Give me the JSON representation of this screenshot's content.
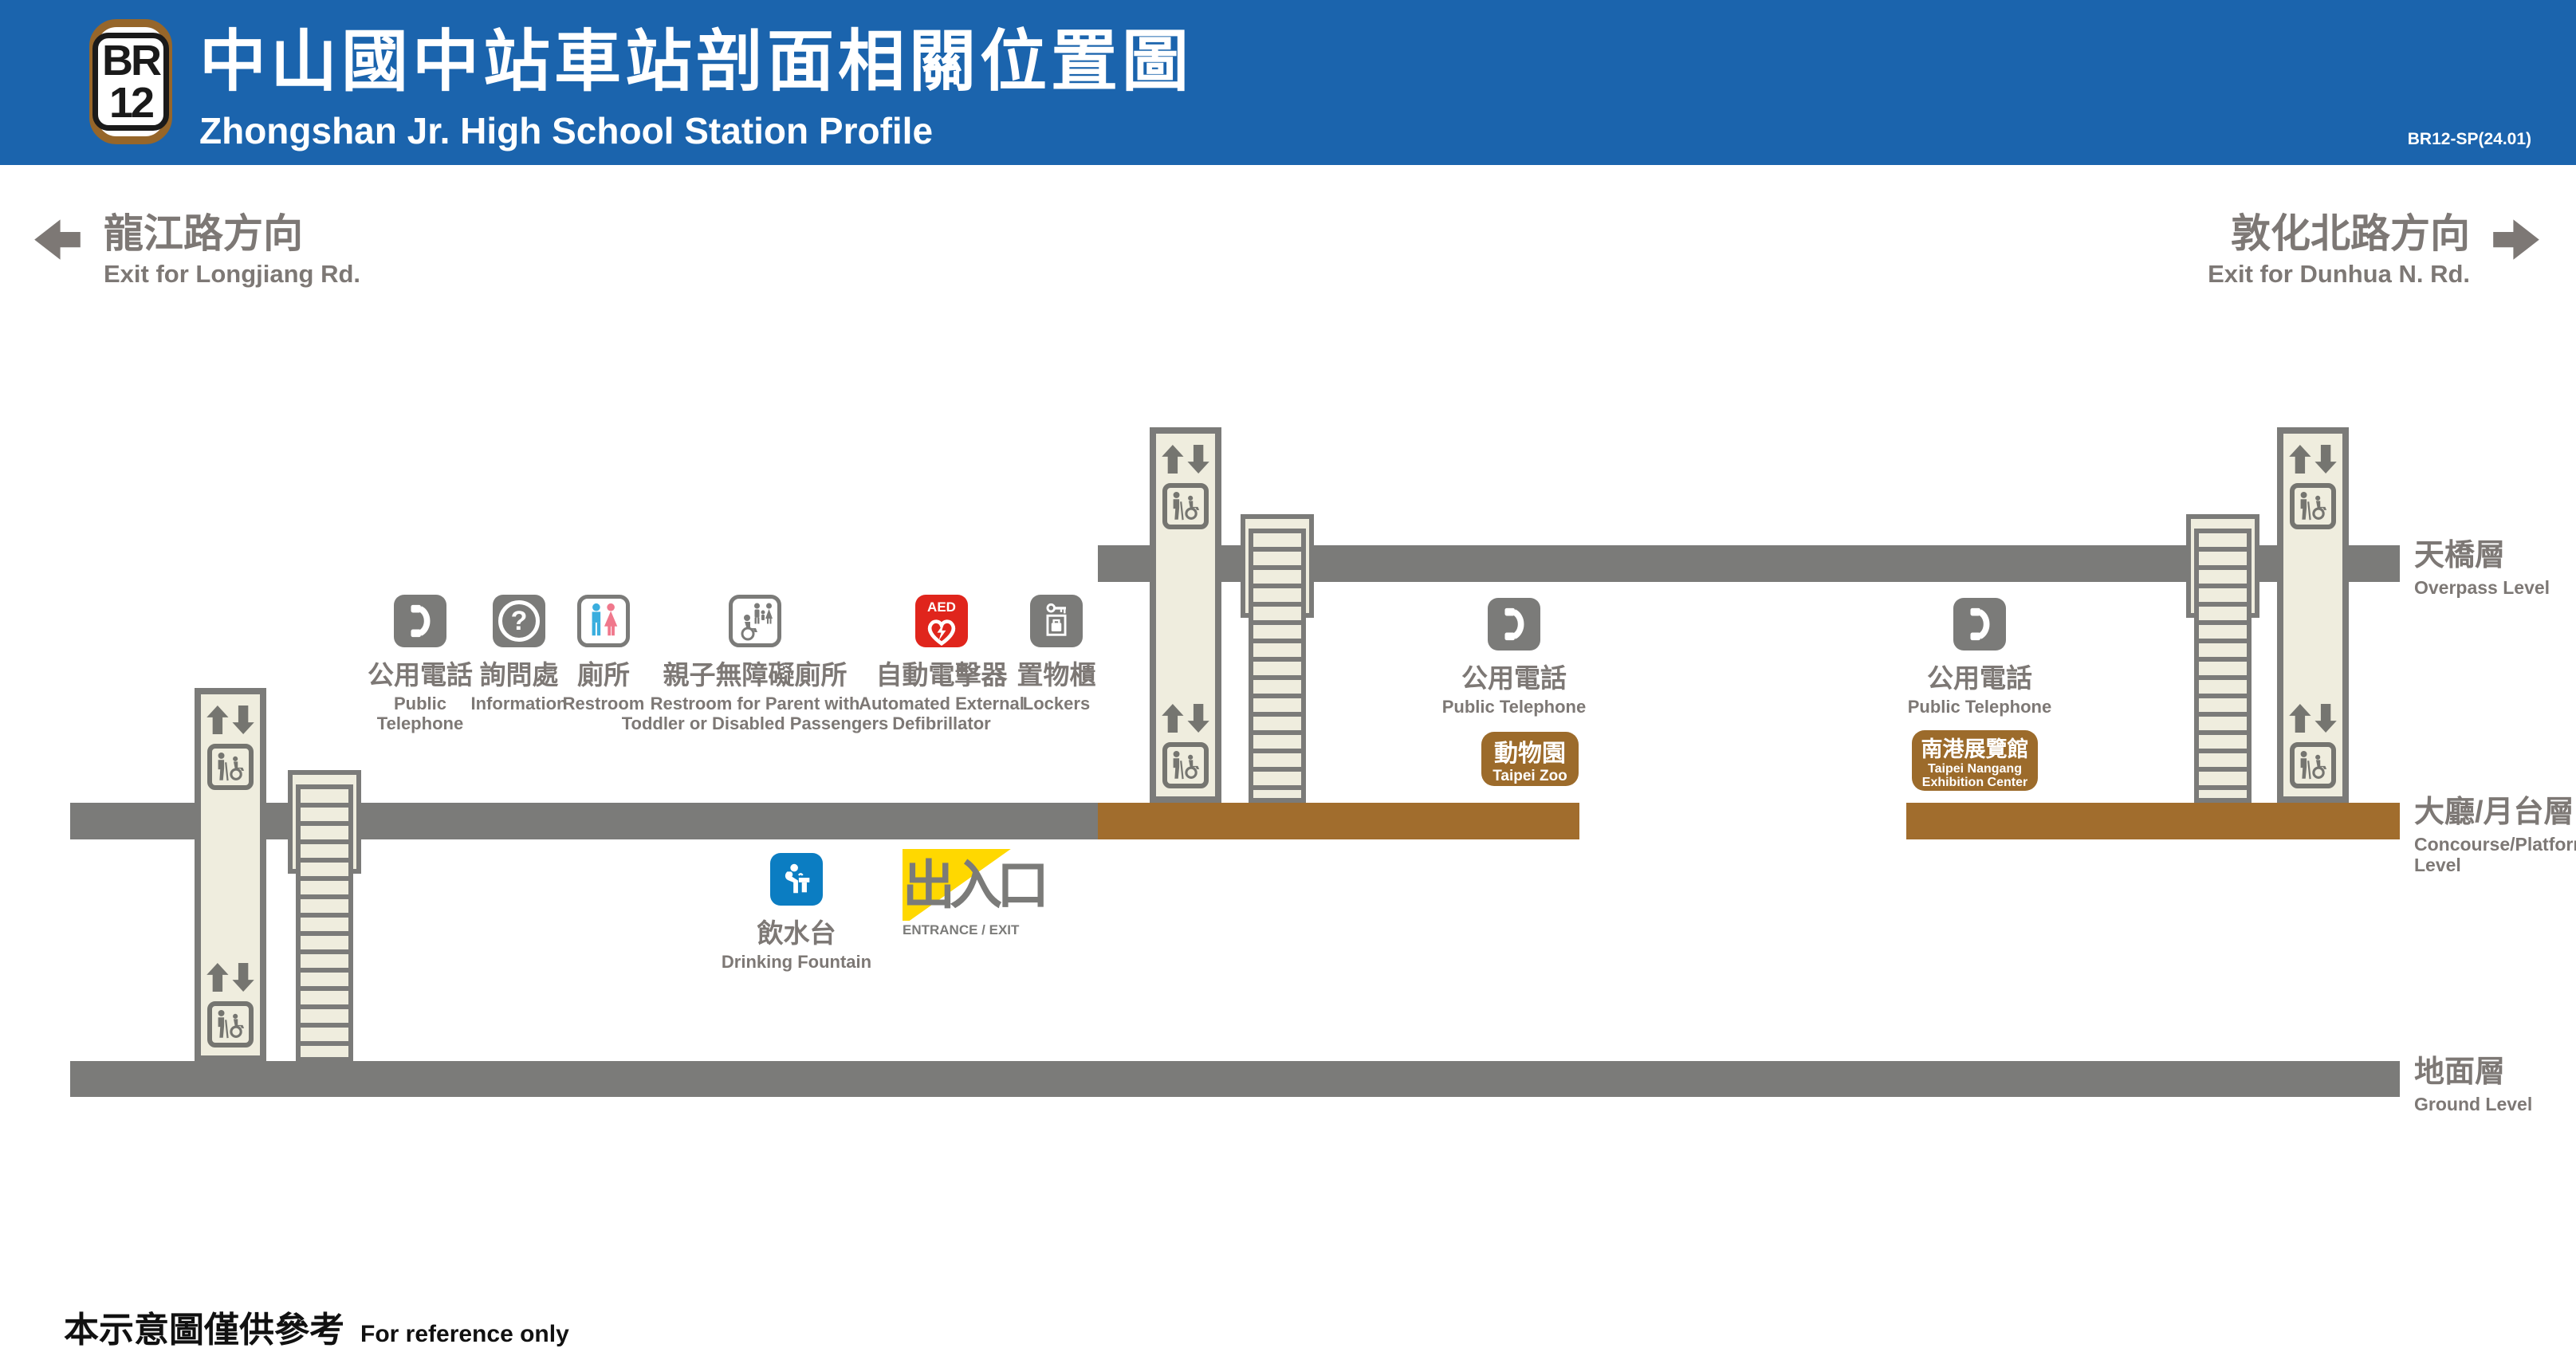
{
  "header": {
    "badge_line": "BR",
    "badge_number": "12",
    "title_zh": "中山國中站車站剖面相關位置圖",
    "title_en": "Zhongshan Jr. High School Station Profile",
    "code": "BR12-SP(24.01)"
  },
  "directions": {
    "left": {
      "zh": "龍江路方向",
      "en": "Exit for Longjiang Rd."
    },
    "right": {
      "zh": "敦化北路方向",
      "en": "Exit for Dunhua N. Rd."
    }
  },
  "levels": [
    {
      "zh": "天橋層",
      "en": "Overpass Level"
    },
    {
      "zh": "大廳/月台層",
      "en": "Concourse/Platform Level"
    },
    {
      "zh": "地面層",
      "en": "Ground Level"
    }
  ],
  "facilities": [
    {
      "zh": "公用電話",
      "en": "Public Telephone"
    },
    {
      "zh": "詢問處",
      "en": "Information",
      "icon_glyph": "?"
    },
    {
      "zh": "廁所",
      "en": "Restroom"
    },
    {
      "zh": "親子無障礙廁所",
      "en": "Restroom for Parent with Toddler or Disabled Passengers"
    },
    {
      "zh": "自動電擊器",
      "en": "Automated External Defibrillator",
      "icon_text": "AED"
    },
    {
      "zh": "置物櫃",
      "en": "Lockers"
    },
    {
      "zh": "飲水台",
      "en": "Drinking Fountain"
    },
    {
      "zh": "公用電話",
      "en": "Public Telephone"
    },
    {
      "zh": "公用電話",
      "en": "Public Telephone"
    }
  ],
  "signs": {
    "entrance": {
      "zh": "出入口",
      "en": "ENTRANCE / EXIT"
    },
    "zoo": {
      "zh": "動物園",
      "en": "Taipei Zoo"
    },
    "nangang": {
      "zh": "南港展覽館",
      "en_line1": "Taipei Nangang",
      "en_line2": "Exhibition Center"
    }
  },
  "footer": {
    "zh": "本示意圖僅供參考",
    "en": "For reference only"
  },
  "colors": {
    "header_blue": "#1b64ad",
    "brand_brown": "#9c6b2b",
    "concourse_brown": "#a16d2d",
    "bar_gray": "#7b7b79",
    "text_gray": "#7d7875",
    "column_cream": "#efedde",
    "aed_red": "#e0251c",
    "fountain_blue": "#0b7dc2",
    "entrance_yellow": "#ffd800",
    "restroom_male_blue": "#3aaede",
    "restroom_female_pink": "#f0788c"
  }
}
